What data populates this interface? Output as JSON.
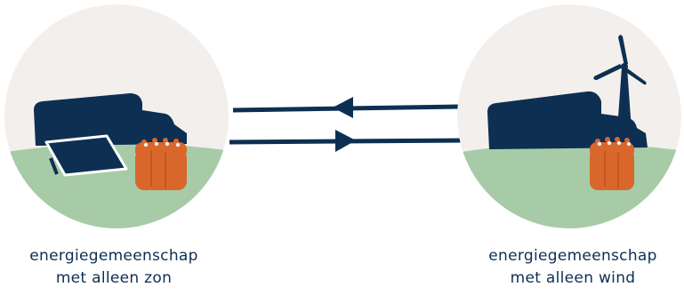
{
  "communities": [
    {
      "line1": "energiegemeenschap",
      "line2": "met alleen zon",
      "icon": "solar-panel-icon"
    },
    {
      "line1": "energiegemeenschap",
      "line2": "met alleen wind",
      "icon": "wind-turbine-icon"
    }
  ],
  "colors": {
    "navy": "#0d2f52",
    "orange": "#d9662b",
    "grass": "#a7cba7",
    "sky": "#f3efed"
  }
}
